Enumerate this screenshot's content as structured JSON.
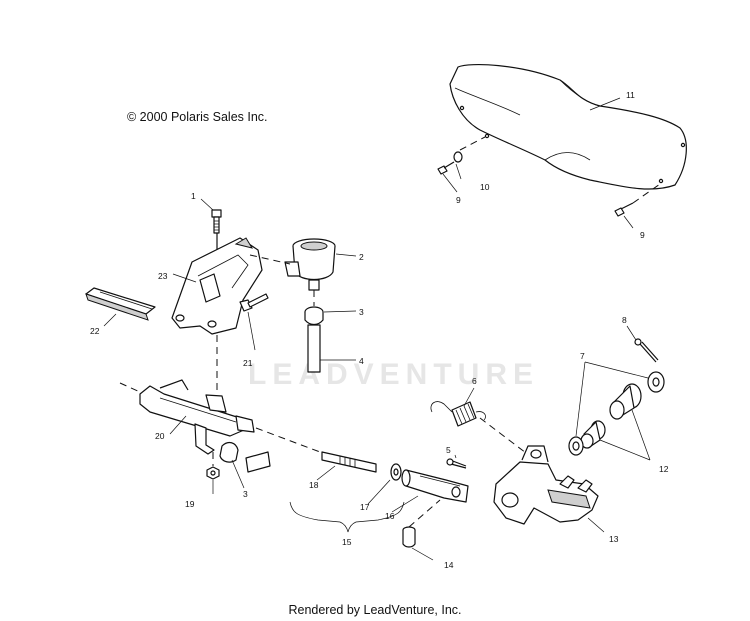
{
  "copyright": "© 2000 Polaris Sales Inc.",
  "footer": "Rendered by LeadVenture, Inc.",
  "watermark": "LEADVENTURE",
  "callouts": [
    "1",
    "2",
    "3",
    "3",
    "4",
    "5",
    "6",
    "7",
    "8",
    "9",
    "9",
    "10",
    "11",
    "12",
    "13",
    "14",
    "15",
    "16",
    "17",
    "18",
    "19",
    "20",
    "21",
    "22",
    "23"
  ]
}
